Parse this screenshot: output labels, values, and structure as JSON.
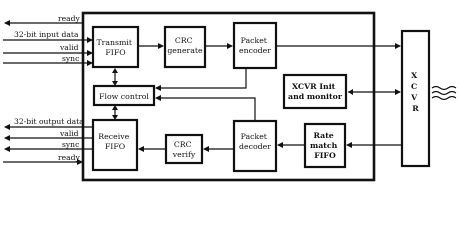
{
  "signals_left": {
    "ready_top": "ready",
    "input_data": "32-bit input data",
    "valid_top": "valid",
    "sync_top": "sync",
    "output_data": "32-bit output data",
    "valid_bottom": "valid",
    "sync_bottom": "sync",
    "ready_bottom": "ready"
  },
  "blocks": {
    "transmit_fifo": [
      "Transmit",
      "FIFO"
    ],
    "crc_generate": [
      "CRC",
      "generate"
    ],
    "packet_encoder": [
      "Packet",
      "encoder"
    ],
    "flow_control": [
      "Flow control"
    ],
    "xcvr_init": [
      "XCVR Init",
      "and monitor"
    ],
    "receive_fifo": [
      "Receive",
      "FIFO"
    ],
    "crc_verify": [
      "CRC",
      "verify"
    ],
    "packet_decoder": [
      "Packet",
      "decoder"
    ],
    "rate_match": [
      "Rate",
      "match",
      "FIFO"
    ],
    "xcvr": [
      "X",
      "C",
      "V",
      "R"
    ]
  }
}
